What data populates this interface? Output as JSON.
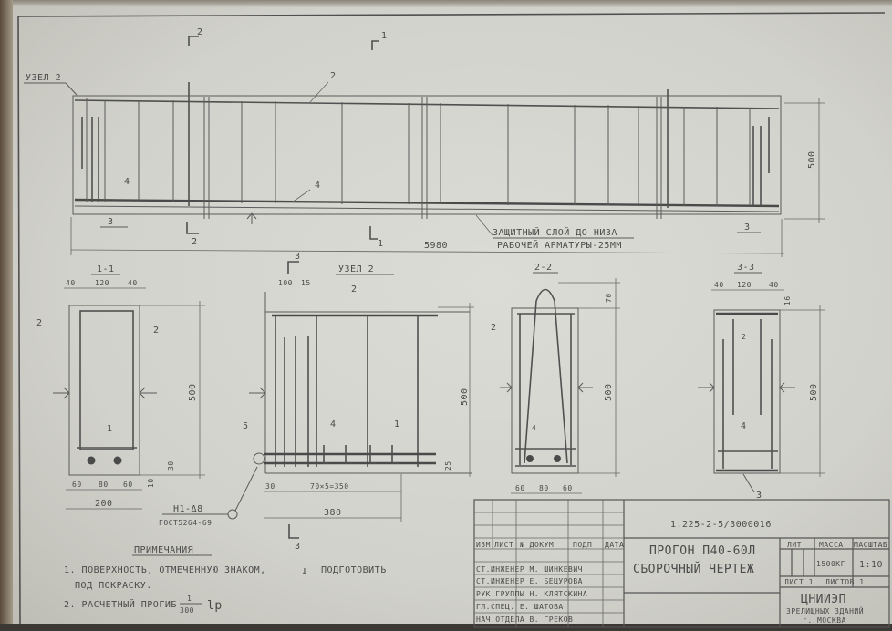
{
  "elevation": {
    "node_label": "УЗЕЛ 2",
    "part_labels": [
      "2",
      "4",
      "4",
      "3",
      "3"
    ],
    "section_marks": {
      "s2_top": "2",
      "s1_top": "1",
      "s2_bottom": "2",
      "s1_bottom": "1",
      "s3": "3"
    },
    "height_dim": "500",
    "length_dim": "5980",
    "cover_note_line1": "ЗАЩИТНЫЙ СЛОЙ ДО НИЗА",
    "cover_note_line2": "РАБОЧЕЙ АРМАТУРЫ-25ММ"
  },
  "section_1_1": {
    "title": "1-1",
    "top_dims": [
      "40",
      "120",
      "40"
    ],
    "height_dim": "500",
    "bottom_dims": [
      "60",
      "80",
      "60"
    ],
    "width_dim": "200",
    "small_dims": [
      "30",
      "10"
    ],
    "part_labels": [
      "2",
      "2",
      "1"
    ]
  },
  "node_2": {
    "title": "УЗЕЛ 2",
    "top_dims": [
      "100",
      "15"
    ],
    "part_labels": [
      "2",
      "5",
      "4",
      "1"
    ],
    "height_dim": "500",
    "small_dim": "25",
    "bottom_dims": [
      "30",
      "70×5=350"
    ],
    "length_dim": "380",
    "weld_label": "Н1-Δ8",
    "weld_standard": "ГОСТ5264-69",
    "section_mark": "3"
  },
  "section_2_2": {
    "title": "2-2",
    "top_dim": "70",
    "height_dim": "500",
    "bottom_dims": [
      "60",
      "80",
      "60"
    ],
    "part_labels": [
      "2",
      "4"
    ]
  },
  "section_3_3": {
    "title": "3-3",
    "top_dims": [
      "40",
      "120",
      "40"
    ],
    "cover_dim": "16",
    "height_dim": "500",
    "part_labels": [
      "2",
      "4",
      "3"
    ]
  },
  "notes": {
    "heading": "ПРИМЕЧАНИЯ",
    "item1_line1": "1. ПОВЕРХНОСТЬ, ОТМЕЧЕННУЮ ЗНАКОМ,",
    "item1_symbol": "↓",
    "item1_line1_end": "ПОДГОТОВИТЬ",
    "item1_line2": "ПОД ПОКРАСКУ.",
    "item2_text": "2. РАСЧЕТНЫЙ ПРОГИБ",
    "item2_numerator": "1",
    "item2_denominator": "300",
    "item2_suffix": "lр"
  },
  "title_block": {
    "document_code": "1.225-2-5/3000016",
    "title_line1": "ПРОГОН П40-60Л",
    "title_line2": "СБОРОЧНЫЙ ЧЕРТЕЖ",
    "revision_headers": [
      "ИЗМ",
      "ЛИСТ",
      "№ ДОКУМ",
      "ПОДП",
      "ДАТА"
    ],
    "signers": [
      "СТ.ИНЖЕНЕР М. ШИНКЕВИЧ",
      "СТ.ИНЖЕНЕР Е. БЕЦУРОВА",
      "РУК.ГРУППЫ Н. КЛЯТСКИНА",
      "ГЛ.СПЕЦ. Е. ШАТОВА",
      "НАЧ.ОТДЕЛА В. ГРЕКОВ"
    ],
    "lit_label": "ЛИТ",
    "mass_label": "МАССА",
    "scale_label": "МАСШТАБ",
    "mass_value": "1500КГ",
    "scale_value": "1:10",
    "sheet_label": "ЛИСТ 1",
    "sheets_label": "ЛИСТОВ 1",
    "org_name": "ЦНИИЭП",
    "org_line2": "ЗРЕЛИЩНЫХ ЗДАНИЙ",
    "org_city": "г. МОСКВА"
  }
}
